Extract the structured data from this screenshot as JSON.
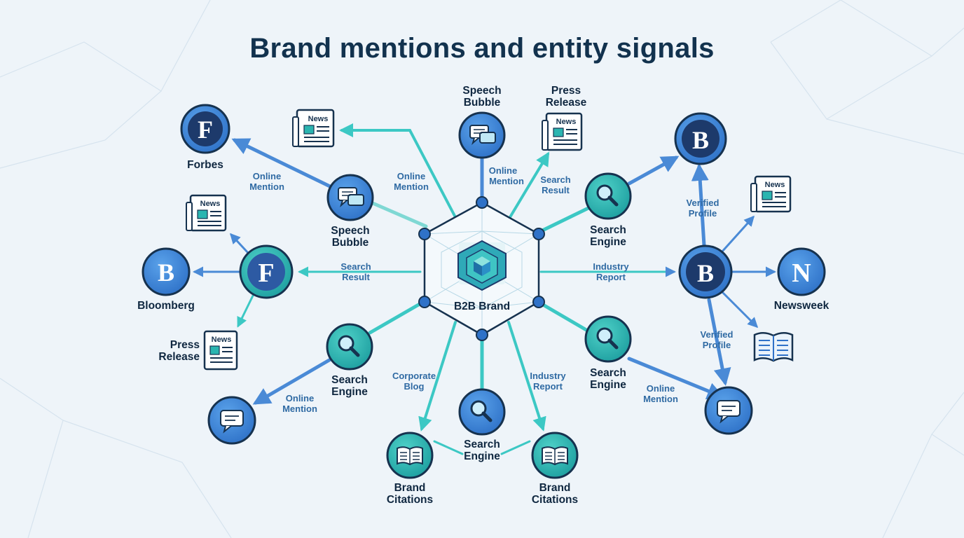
{
  "title": "Brand mentions and entity signals",
  "colors": {
    "background": "#eef4f9",
    "navy": "#16324f",
    "blue": "#3b82d9",
    "teal": "#2bb5b0",
    "arrow_blue": "#4a8ad6",
    "arrow_teal": "#3cc8c4"
  },
  "center": {
    "label": "B2B Brand",
    "icon": "cube-icon"
  },
  "nodes": {
    "forbes_logo": {
      "glyph": "F",
      "label": "Forbes",
      "icon": "forbes-logo-icon"
    },
    "news_top_left": {
      "word": "News",
      "icon": "newspaper-icon"
    },
    "speech_upper_left": {
      "label1": "Speech",
      "label2": "Bubble",
      "icon": "chat-bubble-icon"
    },
    "speech_top": {
      "label1": "Speech",
      "label2": "Bubble",
      "icon": "chat-bubble-icon"
    },
    "press_top": {
      "word": "News",
      "label1": "Press",
      "label2": "Release",
      "icon": "newspaper-icon"
    },
    "news_left": {
      "word": "News",
      "icon": "newspaper-icon"
    },
    "bloomberg_left": {
      "glyph": "B",
      "label": "Bloomberg",
      "icon": "bloomberg-logo-icon"
    },
    "forbes_hub": {
      "glyph": "F",
      "icon": "forbes-logo-icon"
    },
    "press_left": {
      "word": "News",
      "label1": "Press",
      "label2": "Release",
      "icon": "newspaper-icon"
    },
    "search_lower_left": {
      "label1": "Search",
      "label2": "Engine",
      "icon": "magnifier-icon"
    },
    "chat_bottom_left": {
      "icon": "chat-bubble-icon"
    },
    "search_bottom": {
      "label1": "Search",
      "label2": "Engine",
      "icon": "magnifier-icon"
    },
    "book_bottom_left": {
      "label1": "Brand",
      "label2": "Citations",
      "icon": "book-icon"
    },
    "book_bottom_right": {
      "label1": "Brand",
      "label2": "Citations",
      "icon": "book-icon"
    },
    "search_upper_right": {
      "label1": "Search",
      "label2": "Engine",
      "icon": "magnifier-icon"
    },
    "search_lower_right": {
      "label1": "Search",
      "label2": "Engine",
      "icon": "magnifier-icon"
    },
    "bloomberg_top_right": {
      "glyph": "B",
      "icon": "bloomberg-logo-icon"
    },
    "bloomberg_hub_right": {
      "glyph": "B",
      "icon": "bloomberg-logo-icon"
    },
    "news_right": {
      "word": "News",
      "icon": "newspaper-icon"
    },
    "newsweek": {
      "glyph": "N",
      "label": "Newsweek",
      "icon": "newsweek-logo-icon"
    },
    "book_right": {
      "icon": "book-icon"
    },
    "chat_bottom_right": {
      "icon": "chat-bubble-icon"
    }
  },
  "edge_labels": {
    "online_mention_left": [
      "Online",
      "Mention"
    ],
    "online_mention_center_left": [
      "Online",
      "Mention"
    ],
    "online_mention_top": [
      "Online",
      "Mention"
    ],
    "search_result_top": [
      "Search",
      "Result"
    ],
    "search_result_left": [
      "Search",
      "Result"
    ],
    "industry_report_right": [
      "Industry",
      "Report"
    ],
    "verified_profile_top": [
      "Verified",
      "Profile"
    ],
    "verified_profile_bottom": [
      "Verified",
      "Profile"
    ],
    "online_mention_bottom_left": [
      "Online",
      "Mention"
    ],
    "corporate_blog": [
      "Corporate",
      "Blog"
    ],
    "industry_report_bottom": [
      "Industry",
      "Report"
    ],
    "online_mention_bottom_right": [
      "Online",
      "Mention"
    ]
  }
}
